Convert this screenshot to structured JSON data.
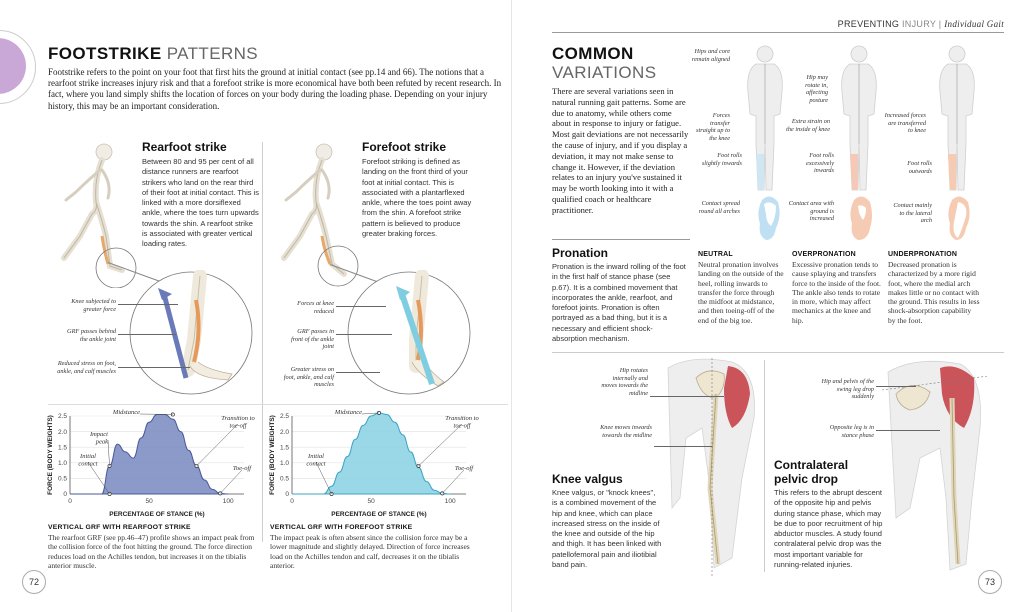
{
  "header": {
    "section": "PREVENTING",
    "section_light": "INJURY",
    "sep": "|",
    "chapter": "Individual Gait"
  },
  "left": {
    "title_bold": "FOOTSTRIKE",
    "title_light": "PATTERNS",
    "intro": "Footstrike refers to the point on your foot that first hits the ground at initial contact (see pp.14 and 66). The notions that a rearfoot strike increases injury risk and that a forefoot strike is more economical have both been refuted by recent research. In fact, where you land simply shifts the location of forces on your body during the loading phase. Depending on your injury history, this may be an important consideration.",
    "rearfoot": {
      "heading": "Rearfoot strike",
      "body": "Between 80 and 95 per cent of all distance runners are rearfoot strikers who land on the rear third of their foot at initial contact. This is linked with a more dorsiflexed ankle, where the toes turn upwards towards the shin. A rearfoot strike is associated with greater vertical loading rates.",
      "notes": [
        "Knee subjected to greater force",
        "GRF passes behind the ankle joint",
        "Reduced stress on foot, ankle, and calf muscles"
      ]
    },
    "forefoot": {
      "heading": "Forefoot strike",
      "body": "Forefoot striking is defined as landing on the front third of your foot at initial contact. This is associated with a plantarflexed ankle, where the toes point away from the shin. A forefoot strike pattern is believed to produce greater braking forces.",
      "notes": [
        "Forces at knee reduced",
        "GRF passes in front of the ankle joint",
        "Greater stress on foot, ankle, and calf muscles"
      ]
    },
    "chart_captions": [
      {
        "heading": "VERTICAL GRF WITH REARFOOT STRIKE",
        "body": "The rearfoot GRF (see pp.46–47) profile shows an impact peak from the collision force of the foot hitting the ground. The force direction reduces load on the Achilles tendon, but increases it on the tibialis anterior muscle."
      },
      {
        "heading": "VERTICAL GRF WITH FOREFOOT STRIKE",
        "body": "The impact peak is often absent since the collision force may be a lower magnitude and slightly delayed. Direction of force increases load on the Achilles tendon and calf, decreases it on the tibialis anterior."
      }
    ],
    "page_number": "72"
  },
  "right": {
    "title_bold": "COMMON",
    "title_light": "VARIATIONS",
    "intro": "There are several variations seen in natural running gait patterns. Some are due to anatomy, while others come about in response to injury or fatigue. Most gait deviations are not necessarily the cause of injury, and if you display a deviation, it may not make sense to change it. However, if the deviation relates to an injury you've sustained it may be worth looking into it with a qualified coach or healthcare practitioner.",
    "pronation": {
      "heading": "Pronation",
      "body": "Pronation is the inward rolling of the foot in the first half of stance phase (see p.67). It is a combined movement that incorporates the ankle, rearfoot, and forefoot joints. Pronation is often portrayed as a bad thing, but it is a necessary and efficient shock-absorption mechanism."
    },
    "figure_notes": {
      "neutral": [
        "Hips and core remain aligned",
        "Forces transfer straight up to the knee",
        "Foot rolls slightly inwards",
        "Contact spread round all arches"
      ],
      "over": [
        "Hip may rotate in, affecting posture",
        "Extra strain on the inside of knee",
        "Foot rolls excessively inwards",
        "Contact area with ground is increased"
      ],
      "under": [
        "Increased forces are transferred to knee",
        "Foot rolls outwards",
        "Contact mainly to the lateral arch"
      ]
    },
    "columns": [
      {
        "heading": "NEUTRAL",
        "body": "Neutral pronation involves landing on the outside of the heel, rolling inwards to transfer the force through the midfoot at midstance, and then toeing-off of the end of the big toe."
      },
      {
        "heading": "OVERPRONATION",
        "body": "Excessive pronation tends to cause splaying and transfers force to the inside of the foot. The ankle also tends to rotate in more, which may affect mechanics at the knee and hip."
      },
      {
        "heading": "UNDERPRONATION",
        "body": "Decreased pronation is characterized by a more rigid foot, where the medial arch makes little or no contact with the ground. This results in less shock-absorption capability by the foot."
      }
    ],
    "knee_valgus": {
      "heading": "Knee valgus",
      "body": "Knee valgus, or \"knock knees\", is a combined movement of the hip and knee, which can place increased stress on the inside of the knee and outside of the hip and thigh. It has been linked with patellofemoral pain and iliotibial band pain.",
      "notes": [
        "Hip rotates internally and moves towards the midline",
        "Knee moves inwards towards the midline"
      ]
    },
    "pelvic_drop": {
      "heading_line1": "Contralateral",
      "heading_line2": "pelvic drop",
      "body": "This refers to the abrupt descent of the opposite hip and pelvis during stance phase, which may be due to poor recruitment of hip abductor muscles. A study found contralateral pelvic drop was the most important variable for running-related injuries.",
      "notes": [
        "Hip and pelvis of the swing leg drop suddenly",
        "Opposite leg is in stance phase"
      ]
    },
    "page_number": "73"
  },
  "colors": {
    "rearfoot_fill": "#7f8fc4",
    "rearfoot_stroke": "#4a5a99",
    "forefoot_fill": "#8fd3e4",
    "forefoot_stroke": "#3aa6c4",
    "muscle_red": "#c7434a",
    "accent_purple": "#c9a8d8"
  },
  "chart_data": [
    {
      "type": "area",
      "title": "",
      "xlabel": "PERCENTAGE OF STANCE (%)",
      "ylabel": "FORCE (BODY WEIGHTS)",
      "xlim": [
        0,
        110
      ],
      "ylim": [
        0,
        2.5
      ],
      "xticks": [
        0,
        50,
        100
      ],
      "yticks": [
        0,
        0.5,
        1.0,
        1.5,
        2.0,
        2.5
      ],
      "x": [
        0,
        5,
        10,
        15,
        20,
        25,
        30,
        35,
        40,
        45,
        50,
        55,
        60,
        65,
        70,
        75,
        80,
        85,
        90,
        95,
        100
      ],
      "y": [
        0,
        0,
        0,
        0,
        0,
        0.9,
        1.6,
        1.35,
        1.15,
        1.8,
        2.3,
        2.55,
        2.55,
        2.4,
        2.0,
        1.4,
        0.9,
        0.45,
        0.15,
        0.02,
        0
      ],
      "annotations": [
        "Impact peak",
        "Midstance",
        "Initial contact",
        "Transition to toe-off",
        "Toe-off"
      ]
    },
    {
      "type": "area",
      "title": "",
      "xlabel": "PERCENTAGE OF STANCE (%)",
      "ylabel": "FORCE (BODY WEIGHTS)",
      "xlim": [
        0,
        110
      ],
      "ylim": [
        0,
        2.5
      ],
      "xticks": [
        0,
        50,
        100
      ],
      "yticks": [
        0,
        0.5,
        1.0,
        1.5,
        2.0,
        2.5
      ],
      "x": [
        0,
        5,
        10,
        15,
        20,
        25,
        30,
        35,
        40,
        45,
        50,
        55,
        60,
        65,
        70,
        75,
        80,
        85,
        90,
        95,
        100
      ],
      "y": [
        0,
        0,
        0,
        0,
        0,
        0.25,
        0.7,
        1.2,
        1.75,
        2.2,
        2.5,
        2.6,
        2.55,
        2.3,
        1.9,
        1.35,
        0.85,
        0.4,
        0.12,
        0.02,
        0
      ],
      "annotations": [
        "Midstance",
        "Initial contact",
        "Transition to toe-off",
        "Toe-off"
      ]
    }
  ]
}
